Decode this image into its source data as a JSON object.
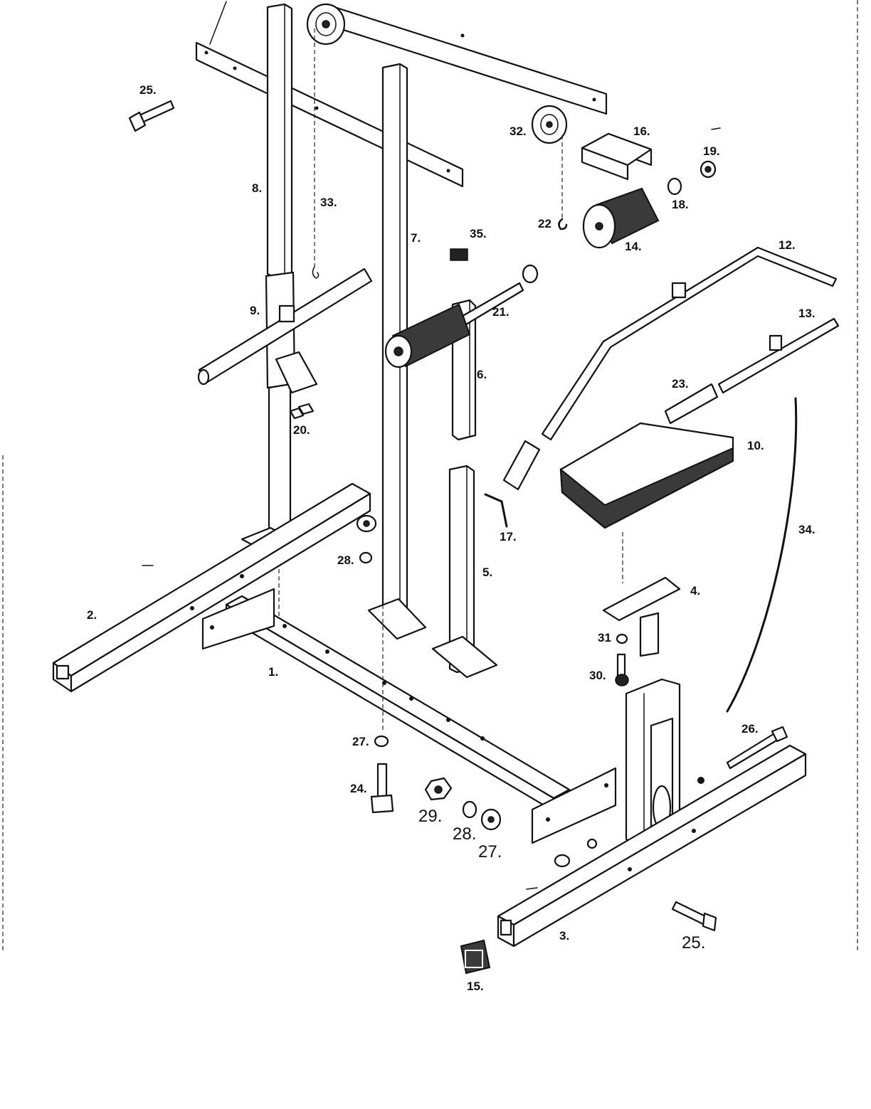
{
  "labels": [
    {
      "id": "part-1",
      "text": "1."
    },
    {
      "id": "part-2",
      "text": "2."
    },
    {
      "id": "part-3",
      "text": "3."
    },
    {
      "id": "part-4",
      "text": "4."
    },
    {
      "id": "part-5",
      "text": "5."
    },
    {
      "id": "part-6",
      "text": "6."
    },
    {
      "id": "part-7",
      "text": "7."
    },
    {
      "id": "part-8",
      "text": "8."
    },
    {
      "id": "part-9",
      "text": "9."
    },
    {
      "id": "part-10",
      "text": "10."
    },
    {
      "id": "part-12",
      "text": "12."
    },
    {
      "id": "part-13",
      "text": "13."
    },
    {
      "id": "part-14",
      "text": "14."
    },
    {
      "id": "part-15",
      "text": "15."
    },
    {
      "id": "part-16",
      "text": "16."
    },
    {
      "id": "part-17",
      "text": "17."
    },
    {
      "id": "part-18",
      "text": "18."
    },
    {
      "id": "part-19",
      "text": "19."
    },
    {
      "id": "part-20",
      "text": "20."
    },
    {
      "id": "part-21",
      "text": "21."
    },
    {
      "id": "part-22",
      "text": "22"
    },
    {
      "id": "part-23",
      "text": "23."
    },
    {
      "id": "part-24",
      "text": "24."
    },
    {
      "id": "part-25-top",
      "text": "25."
    },
    {
      "id": "part-25-bottom",
      "text": "25."
    },
    {
      "id": "part-26",
      "text": "26."
    },
    {
      "id": "part-27-top",
      "text": "27."
    },
    {
      "id": "part-27-bottom",
      "text": "27."
    },
    {
      "id": "part-28-top",
      "text": "28."
    },
    {
      "id": "part-28-bottom",
      "text": "28."
    },
    {
      "id": "part-29",
      "text": "29."
    },
    {
      "id": "part-30",
      "text": "30."
    },
    {
      "id": "part-31",
      "text": "31"
    },
    {
      "id": "part-32",
      "text": "32."
    },
    {
      "id": "part-33",
      "text": "33."
    },
    {
      "id": "part-34",
      "text": "34."
    },
    {
      "id": "part-35",
      "text": "35."
    }
  ]
}
